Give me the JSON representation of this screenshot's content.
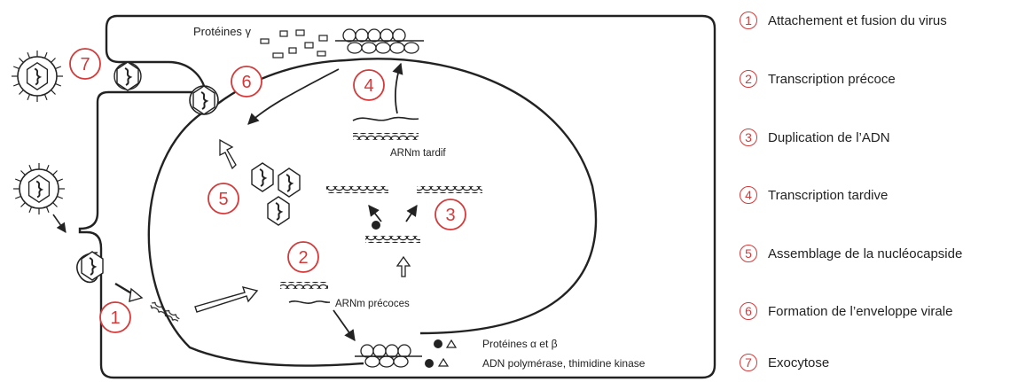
{
  "labels": {
    "proteines_gamma": "Protéines γ",
    "arnm_tardif": "ARNm tardif",
    "arnm_precoces": "ARNm précoces",
    "proteines_alpha_beta": "Protéines α et β",
    "adn_polymerase": "ADN polymérase, thimidine kinase"
  },
  "steps": [
    "1",
    "2",
    "3",
    "4",
    "5",
    "6",
    "7"
  ],
  "legend": [
    {
      "num": "1",
      "text": "Attachement et fusion du virus"
    },
    {
      "num": "2",
      "text": "Transcription précoce"
    },
    {
      "num": "3",
      "text": "Duplication  de l’ADN"
    },
    {
      "num": "4",
      "text": "Transcription tardive"
    },
    {
      "num": "5",
      "text": "Assemblage de la nucléocapside"
    },
    {
      "num": "6",
      "text": "Formation de l’enveloppe virale"
    },
    {
      "num": "7",
      "text": "Exocytose"
    }
  ],
  "colors": {
    "step_number": "#d43a3a",
    "ink": "#222222"
  }
}
